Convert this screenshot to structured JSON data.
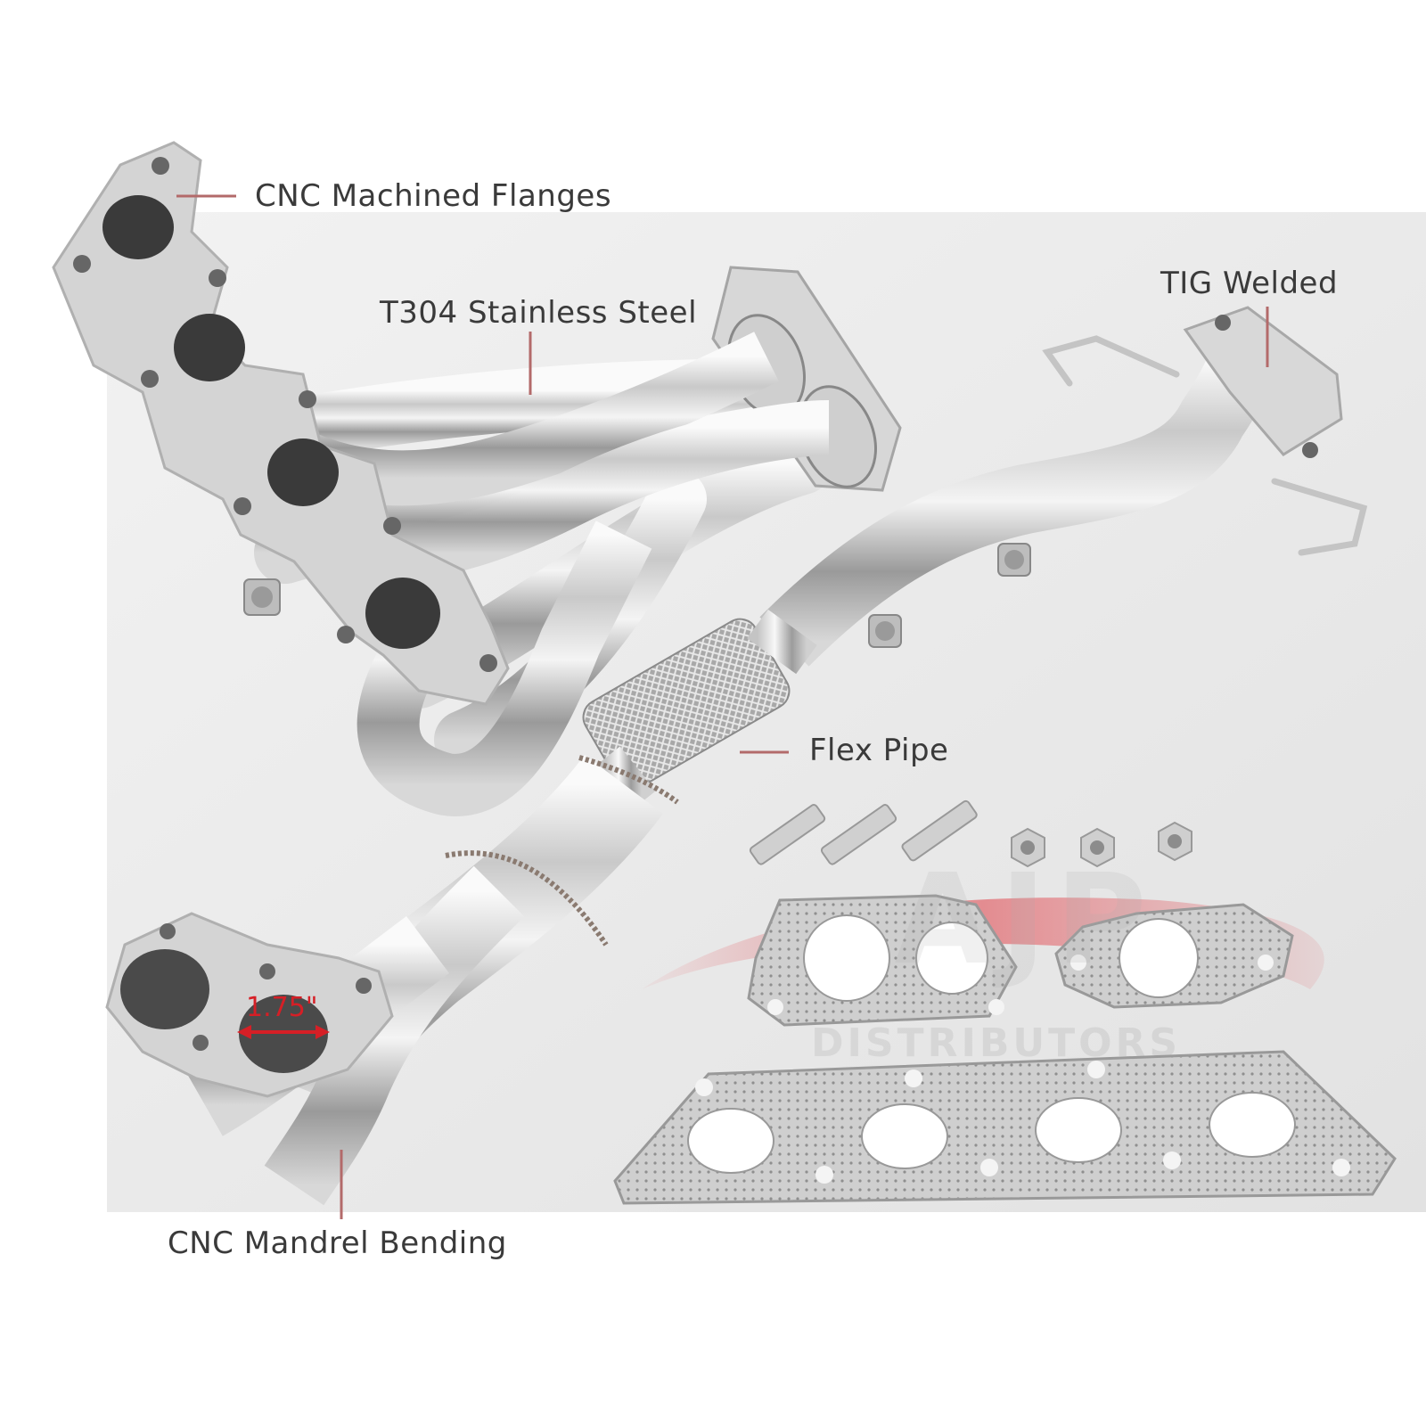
{
  "callouts": {
    "flanges": "CNC Machined Flanges",
    "steel": "T304 Stainless Steel",
    "welded": "TIG Welded",
    "flex": "Flex Pipe",
    "bending": "CNC Mandrel Bending"
  },
  "dimension": "1.75\"",
  "watermark": {
    "brand": "AJP",
    "sub": "DISTRIBUTORS"
  },
  "colors": {
    "callout_line": "#b36a6a",
    "dimension": "#d61f26",
    "watermark_swoosh": "#e0424a"
  }
}
